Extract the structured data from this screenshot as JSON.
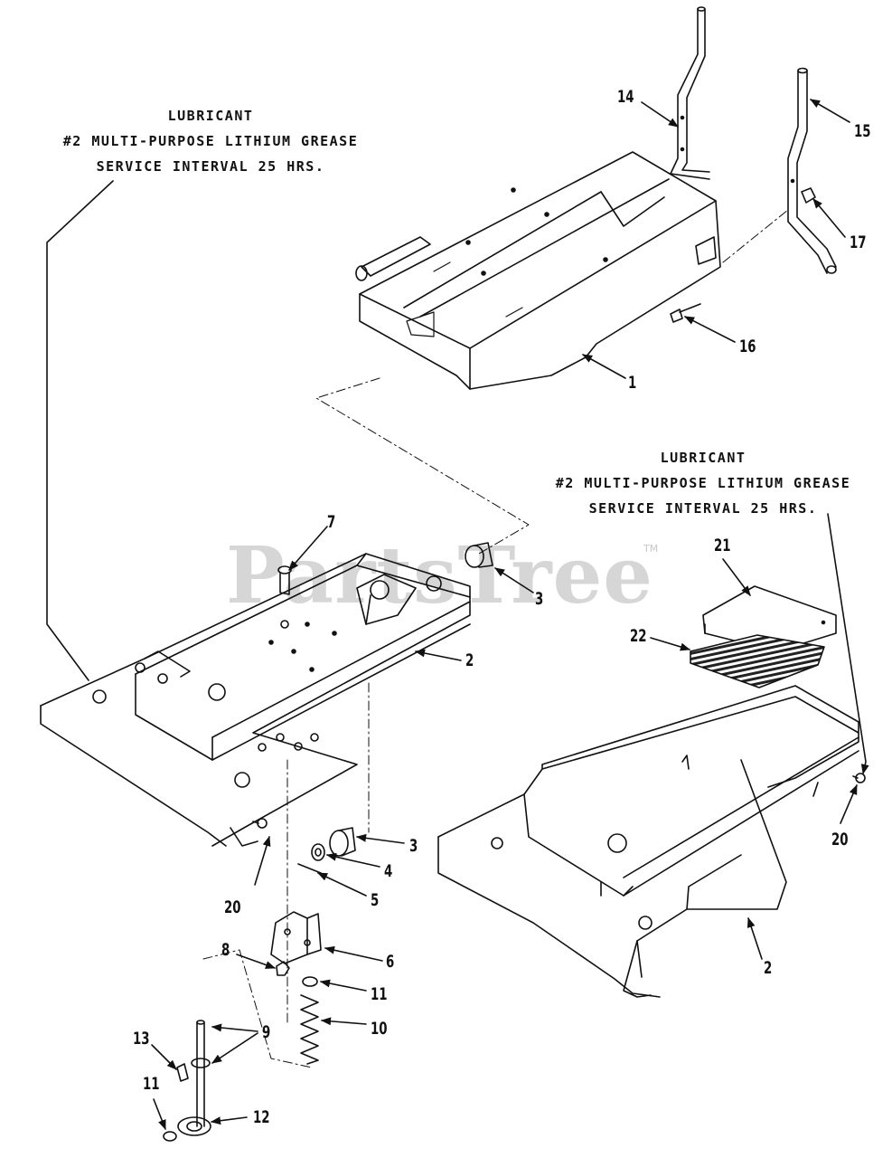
{
  "notes": {
    "left": {
      "line1": "LUBRICANT",
      "line2": "#2 MULTI-PURPOSE LITHIUM GREASE",
      "line3": "SERVICE INTERVAL 25 HRS."
    },
    "right": {
      "line1": "LUBRICANT",
      "line2": "#2 MULTI-PURPOSE LITHIUM GREASE",
      "line3": "SERVICE INTERVAL 25 HRS."
    }
  },
  "watermark": {
    "text": "PartsTree",
    "tm": "TM"
  },
  "callouts": {
    "c1": "1",
    "c2a": "2",
    "c2b": "2",
    "c3a": "3",
    "c3b": "3",
    "c4": "4",
    "c5": "5",
    "c6": "6",
    "c7": "7",
    "c8": "8",
    "c9": "9",
    "c10": "10",
    "c11a": "11",
    "c11b": "11",
    "c12": "12",
    "c13": "13",
    "c14": "14",
    "c15": "15",
    "c16": "16",
    "c17": "17",
    "c20a": "20",
    "c20b": "20",
    "c21": "21",
    "c22": "22"
  }
}
